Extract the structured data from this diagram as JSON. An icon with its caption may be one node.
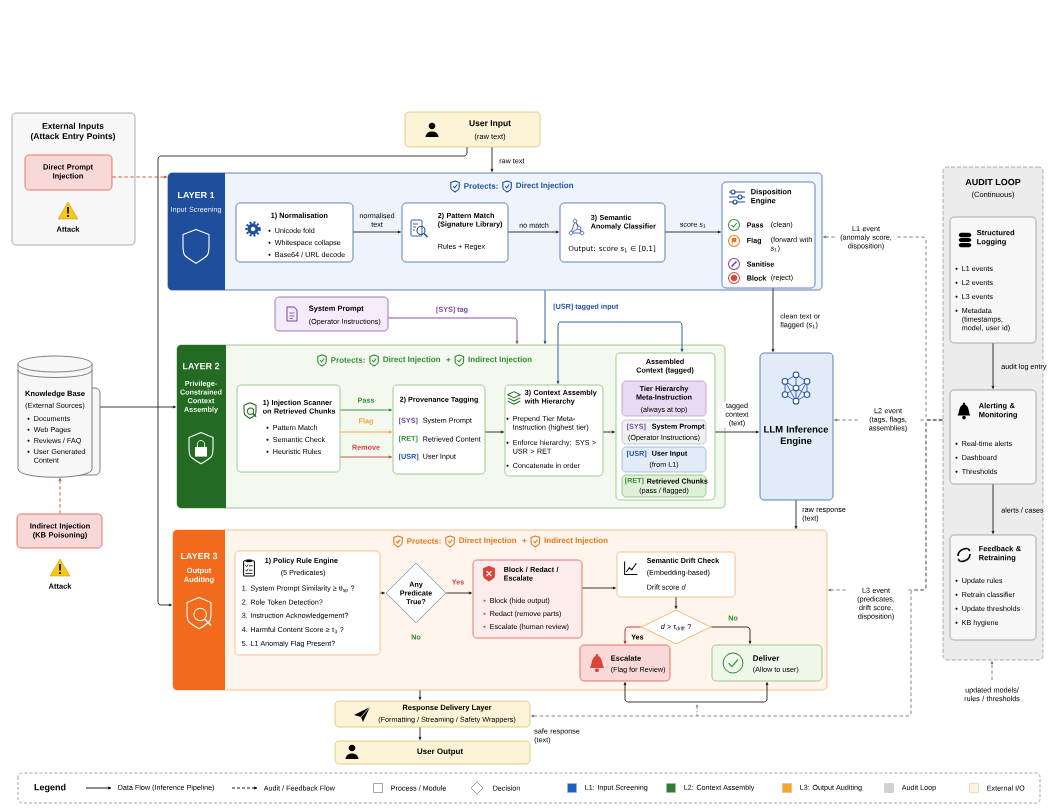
{
  "diagram": {
    "nodes": [
      {
        "text": [
          "External Inputs (Attack Entry Points)"
        ]
      },
      {
        "text": [
          "Direct Prompt Injection"
        ],
        "in": 0,
        "beside": [
          "Attack"
        ]
      },
      {
        "text": [
          "User Input",
          "(raw text)"
        ]
      },
      {
        "text": [
          "LAYER 1",
          "Input Screening",
          "Protects:",
          "Direct Injection"
        ]
      },
      {
        "text": [
          "1) Normalisation",
          "Unicode fold",
          "Whitespace collapse",
          "Base64 / URL decode"
        ],
        "in": 3
      },
      {
        "text": [
          "2) Pattern Match (Signature Library)",
          "Rules + Regex"
        ],
        "in": 3
      },
      {
        "text": [
          "3) Semantic Anomaly Classifier",
          "Output: score *s*$_{1}$ ∈ [0,1]"
        ],
        "in": 3
      },
      {
        "text": [
          "Disposition Engine",
          "Pass",
          "(clean)",
          "Flag",
          "(forward with *s*$_{1}$)",
          "Sanitise",
          "Block",
          "(reject)"
        ],
        "in": 3
      },
      {
        "text": [
          "System Prompt",
          "(Operator Instructions)"
        ]
      },
      {
        "text": [
          "LAYER 2",
          "Privilege-Constrained Context Assembly",
          "Protects:",
          "Direct Injection",
          "+",
          "Indirect Injection"
        ]
      },
      {
        "text": [
          "Knowledge Base",
          "(External Sources)",
          "Documents",
          "Web Pages",
          "Reviews / FAQ",
          "User Generated Content"
        ]
      },
      {
        "text": [
          "1) Injection Scanner on Retrieved Chunks",
          "Pattern Match",
          "Semantic Check",
          "Heuristic Rules"
        ],
        "in": 9
      },
      {
        "text": [
          "2) Provenance Tagging",
          "[SYS]",
          "System Prompt",
          "[RET]",
          "Retrieved Content",
          "[USR]",
          "User Input"
        ],
        "in": 9
      },
      {
        "text": [
          "3) Context Assembly with Hierarchy",
          "Prepend Tier Meta-Instruction (highest tier)",
          "Enforce hierarchy: SYS > USR > RET",
          "Concatenate in order"
        ],
        "in": 9
      },
      {
        "text": [
          "Assembled Context (tagged)"
        ],
        "in": 9
      },
      {
        "text": [
          "Tier Hierarchy Meta-Instruction",
          "(always at top)"
        ],
        "in": 14
      },
      {
        "text": [
          "[SYS]",
          "System Prompt",
          "(Operator Instructions)"
        ],
        "in": 14
      },
      {
        "text": [
          "[USR]",
          "User Input",
          "(from L1)"
        ],
        "in": 14
      },
      {
        "text": [
          "[RET]",
          "Retrieved Chunks",
          "(pass / flagged)"
        ],
        "in": 14
      },
      {
        "text": [
          "LLM Inference Engine"
        ]
      },
      {
        "text": [
          "Indirect Injection (KB Poisoning)"
        ],
        "beside": [
          "Attack"
        ]
      },
      {
        "text": [
          "LAYER 3",
          "Output Auditing",
          "Protects:",
          "Direct Injection",
          "+",
          "Indirect Injection"
        ]
      },
      {
        "text": [
          "1) Policy Rule Engine",
          "(5 Predicates)",
          "1. System Prompt Similarity ≥ θ$_{sp}$ ?",
          "2. Role Token Detection?",
          "3. Instruction Acknowledgement?",
          "4. Harmful Content Score ≥ τ$_{3}$ ?",
          "5. L1 Anomaly Flag Present?"
        ],
        "in": 21
      },
      {
        "text": [
          "Any Predicate True?"
        ],
        "in": 21,
        "beside": [
          "No"
        ]
      },
      {
        "text": [
          "Block / Redact / Escalate",
          "Block (hide output)",
          "Redact (remove parts)",
          "Escalate (human review)"
        ],
        "in": 21
      },
      {
        "text": [
          "Semantic Drift Check",
          "(Embedding-based)",
          "Drift score *d*"
        ],
        "in": 21
      },
      {
        "text": [
          "*d* > τ$_{drift}$ ?"
        ],
        "in": 21
      },
      {
        "text": [
          "Escalate",
          "(Flag for Review)"
        ],
        "in": 21
      },
      {
        "text": [
          "Deliver",
          "(Allow to user)"
        ],
        "in": 21
      },
      {
        "text": [
          "Response Delivery Layer",
          "(Formatting / Streaming / Safety Wrappers)"
        ]
      },
      {
        "text": [
          "User Output"
        ]
      },
      {
        "text": [
          "AUDIT LOOP",
          "(Continuous)"
        ]
      },
      {
        "text": [
          "Structured Logging",
          "L1 events",
          "L2 events",
          "L3 events",
          "Metadata (timestamps, model, user id)"
        ],
        "in": 31
      },
      {
        "text": [
          "Alerting & Monitoring",
          "Real-time alerts",
          "Dashboard",
          "Thresholds"
        ],
        "in": 31
      },
      {
        "text": [
          "Feedback & Retraining",
          "Update rules",
          "Retrain classifier",
          "Update thresholds",
          "KB hygiene"
        ],
        "in": 31
      }
    ],
    "edges": [
      {
        "from": 1,
        "to": 3,
        "arrow": "to",
        "style": "dashed",
        "color": "#d9453b"
      },
      {
        "from": 2,
        "to": 3,
        "arrow": "to",
        "label": "raw text"
      },
      {
        "from": 2,
        "to": 21,
        "arrow": "to"
      },
      {
        "from": 4,
        "to": 5,
        "arrow": "to",
        "label": "normalised text"
      },
      {
        "from": 5,
        "to": 6,
        "arrow": "to",
        "label": "no match"
      },
      {
        "from": 6,
        "to": 7,
        "arrow": "to",
        "label": "score *s*$_{1}$"
      },
      {
        "from": 7,
        "to": 19,
        "arrow": "to",
        "label": "clean text or flagged (*s*$_{1}$)"
      },
      {
        "from": 3,
        "to": 9,
        "arrow": "to",
        "label": "[USR] tagged input",
        "color": "#1f4e9c"
      },
      {
        "from": 13,
        "to": 14,
        "arrow": "both",
        "color": "#1f4e9c"
      },
      {
        "from": 8,
        "to": 9,
        "arrow": "to",
        "label": "[SYS] tag",
        "color": "#7b3fa0"
      },
      {
        "from": 10,
        "to": 9,
        "arrow": "to"
      },
      {
        "from": 20,
        "to": 10,
        "arrow": "to",
        "style": "dashed",
        "color": "#d9453b"
      },
      {
        "from": 11,
        "to": 12,
        "arrow": "to",
        "label": "Pass",
        "color": "#2e8b2e"
      },
      {
        "from": 11,
        "to": 12,
        "arrow": "to",
        "label": "Flag",
        "color": "#f0a030"
      },
      {
        "from": 11,
        "to": 12,
        "arrow": "to",
        "label": "Remove",
        "color": "#d43a3a"
      },
      {
        "from": 12,
        "to": 13,
        "arrow": "to"
      },
      {
        "from": 13,
        "to": 14,
        "arrow": "to"
      },
      {
        "from": 14,
        "to": 19,
        "arrow": "to",
        "label": "tagged context (text)"
      },
      {
        "from": 19,
        "to": 21,
        "arrow": "to",
        "label": "raw response (text)"
      },
      {
        "from": 22,
        "to": 23,
        "arrow": "to"
      },
      {
        "from": 23,
        "to": 24,
        "arrow": "to",
        "label": "Yes"
      },
      {
        "from": 24,
        "to": 25,
        "arrow": "to"
      },
      {
        "from": 25,
        "to": 26,
        "arrow": "to"
      },
      {
        "from": 26,
        "to": 27,
        "arrow": "to",
        "label": "Yes",
        "color": "#c62828"
      },
      {
        "from": 26,
        "to": 28,
        "arrow": "to",
        "label": "No"
      },
      {
        "from": 27,
        "to": 28,
        "arrow": "both"
      },
      {
        "from": 31,
        "to": 3,
        "arrow": "to",
        "style": "dashed",
        "color": "#777777",
        "label": "L1 event (anomaly score, disposition)"
      },
      {
        "from": 19,
        "to": 31,
        "arrow": "both",
        "style": "dashed",
        "color": "#777777",
        "label": "L2 event (tags, flags, assemblies)"
      },
      {
        "from": 31,
        "to": 21,
        "arrow": "to",
        "style": "dashed",
        "color": "#777777",
        "label": "L3 event (predicates, drift score, disposition)"
      },
      {
        "from": 31,
        "to": 29,
        "arrow": "to",
        "style": "dashed",
        "color": "#777777",
        "label": "safe response (text)"
      },
      {
        "from": null,
        "to": 31,
        "arrow": "to",
        "style": "dashed",
        "color": "#777777",
        "label": "updated models/ rules / thresholds"
      },
      {
        "from": 32,
        "to": 33,
        "arrow": "to",
        "label": "audit log entry"
      },
      {
        "from": 33,
        "to": 34,
        "arrow": "to",
        "label": "alerts / cases"
      },
      {
        "from": 21,
        "to": 29,
        "arrow": "to"
      },
      {
        "from": 29,
        "to": 30,
        "arrow": "to"
      }
    ],
    "labels": [
      "Legend"
    ],
    "legend": [
      {
        "text": "Data Flow (Inference Pipeline)"
      },
      {
        "text": "Audit / Feedback Flow"
      },
      {
        "text": "Process / Module"
      },
      {
        "text": "Decision"
      },
      {
        "text": "L1: Input Screening",
        "color": "#1f5fbf"
      },
      {
        "text": "L2: Context Assembly",
        "color": "#2e7d32"
      },
      {
        "text": "L3: Output Auditing",
        "color": "#f5a623"
      },
      {
        "text": "Audit Loop",
        "color": "#d0d0d0"
      },
      {
        "text": "External I/O",
        "color": "#fdf5dc"
      }
    ]
  }
}
